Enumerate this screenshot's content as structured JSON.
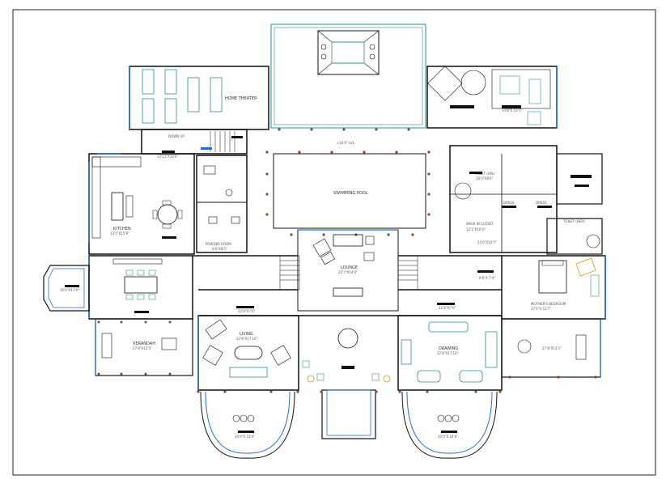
{
  "rooms": {
    "home_theater": "HOME THEATER",
    "swimming_pool": "SWIMMING POOL",
    "pool_level": "+10'0\" LVL",
    "kitchen": "KITCHEN",
    "kitchen_dim": "13'5\"X15'9\"",
    "powder_room": "POWDER ROOM",
    "powder_dim": "8'0\"X8'0\"",
    "lounge": "LOUNGE",
    "lounge_dim": "22'7\"X14'4\"",
    "living": "LIVING",
    "living_dim": "22'8\"X17'10\"",
    "drawing": "DRAWING",
    "drawing_dim": "22'8\"X17'10\"",
    "verandah": "VERANDAH",
    "verandah_dim": "27'8\"X13'5\"",
    "mother_bedroom": "MOTHER'S BEDROOM",
    "mother_dim": "27'4\"X 12'7\"",
    "toilet_his": "TOILET (HIS)",
    "toilet_his_dim": "10'0\"X8'0\"",
    "toilet_her": "TOILET (HER)",
    "dress_1": "DRESS",
    "dress_2": "DRESS",
    "walk_in_closet": "WALK IN CLOSET",
    "closet_dim": "12'1\"X10'4\"",
    "dn_up": "DOWN UP",
    "dim_a": "13'11\"X10'6\"",
    "dim_b": "14'8\"X 13'1\"",
    "dim_c": "10'6\"X11'6\"",
    "dim_d": "12'0\"X10'7\"",
    "dim_e": "22'8\"X7'0\"",
    "dim_f": "22'8\"X7'0\"",
    "dim_g": "9'6\"X 7'4\"",
    "dim_h": "27'8\"X13'5\"",
    "dim_i": "20'0\"X 14'0\"",
    "dim_j": "20'0\"X 14'0\""
  },
  "colors": {
    "wall": "#111111",
    "window": "#1e6fd0",
    "furniture": "#2a8f8f",
    "border": "#222222"
  }
}
